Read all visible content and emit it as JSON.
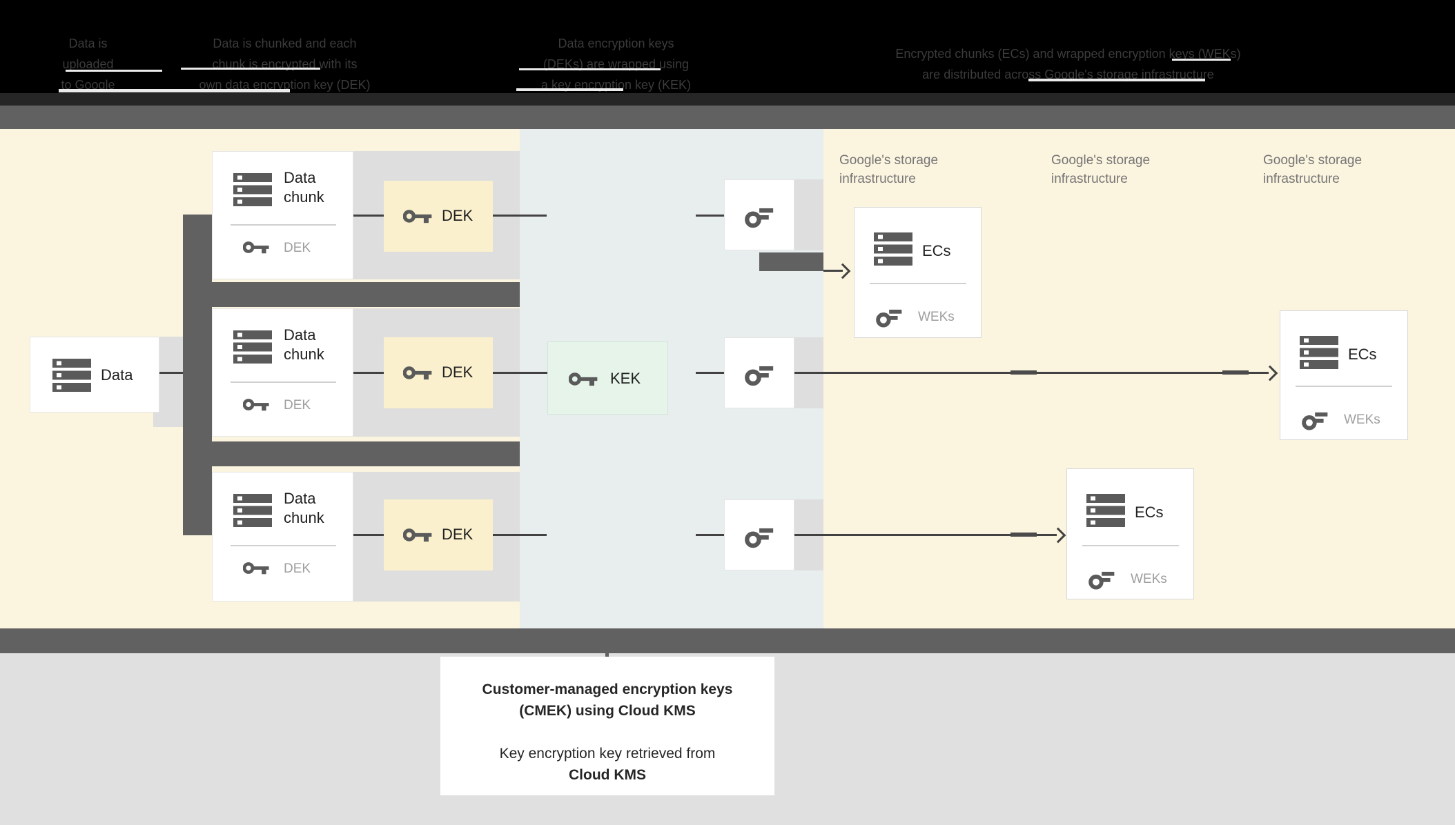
{
  "header": {
    "columns": [
      {
        "lines": [
          "Data is",
          "uploaded",
          "to Google"
        ]
      },
      {
        "lines": [
          "Data is chunked and each",
          "chunk is encrypted with its",
          "own data encryption key (DEK)"
        ]
      },
      {
        "lines": [
          "Data encryption keys",
          "(DEKs) are wrapped using",
          "a key encryption key (KEK)"
        ]
      },
      {
        "lines": [
          "Encrypted chunks (ECs) and wrapped encryption keys (WEKs)",
          "are distributed across Google's storage infrastructure"
        ]
      }
    ]
  },
  "diagram": {
    "data_box": {
      "label": "Data"
    },
    "chunk_boxes": [
      {
        "label_line1": "Data",
        "label_line2": "chunk",
        "key_label": "DEK"
      },
      {
        "label_line1": "Data",
        "label_line2": "chunk",
        "key_label": "DEK"
      },
      {
        "label_line1": "Data",
        "label_line2": "chunk",
        "key_label": "DEK"
      }
    ],
    "dek_boxes": [
      {
        "label": "DEK"
      },
      {
        "label": "DEK"
      },
      {
        "label": "DEK"
      }
    ],
    "kek_box": {
      "label": "KEK"
    },
    "storage_labels": [
      {
        "line1": "Google's storage",
        "line2": "infrastructure"
      },
      {
        "line1": "Google's storage",
        "line2": "infrastructure"
      },
      {
        "line1": "Google's storage",
        "line2": "infrastructure"
      }
    ],
    "ec_boxes": [
      {
        "label": "ECs",
        "key_label": "WEKs"
      },
      {
        "label": "ECs",
        "key_label": "WEKs"
      },
      {
        "label": "ECs",
        "key_label": "WEKs"
      }
    ]
  },
  "caption": {
    "title_line1": "Customer-managed encryption keys",
    "title_line2": "(CMEK) using Cloud KMS",
    "body_line1": "Key encryption key retrieved from",
    "body_line2": "Cloud KMS"
  },
  "colors": {
    "cream_bg": "#fbf4df",
    "dek_fill": "#faf0cd",
    "kms_column": "#e8edee",
    "kek_fill": "#e6f4ea",
    "dark_band": "#616161",
    "light_band": "#dedede",
    "connector_line": "#424242",
    "icon": "#5a5a5a",
    "label_text": "#212121",
    "muted_text": "#9e9e9e",
    "storage_text": "#757575",
    "footer_bg": "#e0e0e0",
    "header_bg": "#000000",
    "header_text": "#3b3b3b"
  }
}
